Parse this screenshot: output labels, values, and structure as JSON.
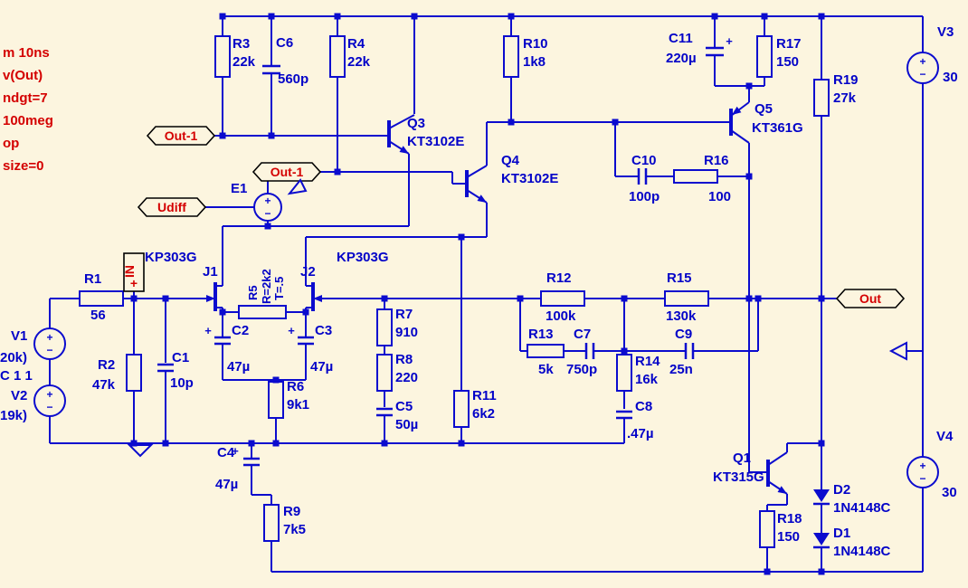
{
  "colors": {
    "background": "#FCF5DF",
    "wire": "#0B0BCE",
    "label_text": "#0202C8",
    "net_label": "#D40000",
    "flag_outline": "#000000"
  },
  "directives": [
    "m 10ns",
    "v(Out)",
    "ndgt=7",
    "100meg",
    "op",
    "size=0"
  ],
  "flags": {
    "out1_a": "Out-1",
    "out1_b": "Out-1",
    "udiff": "Udiff",
    "out": "Out",
    "in": "IN"
  },
  "resistors": {
    "r1": {
      "name": "R1",
      "value": "56"
    },
    "r2": {
      "name": "R2",
      "value": "47k"
    },
    "r3": {
      "name": "R3",
      "value": "22k"
    },
    "r4": {
      "name": "R4",
      "value": "22k"
    },
    "r5": {
      "name": "R5",
      "value": "R=2k2",
      "param": "T=.5"
    },
    "r6": {
      "name": "R6",
      "value": "9k1"
    },
    "r7": {
      "name": "R7",
      "value": "910"
    },
    "r8": {
      "name": "R8",
      "value": "220"
    },
    "r9": {
      "name": "R9",
      "value": "7k5"
    },
    "r10": {
      "name": "R10",
      "value": "1k8"
    },
    "r11": {
      "name": "R11",
      "value": "6k2"
    },
    "r12": {
      "name": "R12",
      "value": "100k"
    },
    "r13": {
      "name": "R13",
      "value": "5k"
    },
    "r14": {
      "name": "R14",
      "value": "16k"
    },
    "r15": {
      "name": "R15",
      "value": "130k"
    },
    "r16": {
      "name": "R16",
      "value": "100"
    },
    "r17": {
      "name": "R17",
      "value": "150"
    },
    "r18": {
      "name": "R18",
      "value": "150"
    },
    "r19": {
      "name": "R19",
      "value": "27k"
    }
  },
  "capacitors": {
    "c1": {
      "name": "C1",
      "value": "10p"
    },
    "c2": {
      "name": "C2",
      "value": "47µ"
    },
    "c3": {
      "name": "C3",
      "value": "47µ"
    },
    "c4": {
      "name": "C4",
      "value": "47µ"
    },
    "c5": {
      "name": "C5",
      "value": "50µ"
    },
    "c6": {
      "name": "C6",
      "value": "560p"
    },
    "c7": {
      "name": "C7",
      "value": "750p"
    },
    "c8": {
      "name": "C8",
      "value": ".47µ"
    },
    "c9": {
      "name": "C9",
      "value": "25n"
    },
    "c10": {
      "name": "C10",
      "value": "100p"
    },
    "c11": {
      "name": "C11",
      "value": "220µ"
    }
  },
  "transistors": {
    "q1": {
      "name": "Q1",
      "type": "KT315G"
    },
    "q3": {
      "name": "Q3",
      "type": "KT3102E"
    },
    "q4": {
      "name": "Q4",
      "type": "KT3102E"
    },
    "q5": {
      "name": "Q5",
      "type": "KT361G"
    }
  },
  "jfets": {
    "j1": {
      "name": "J1",
      "type": "KP303G"
    },
    "j2": {
      "name": "J2",
      "type": "KP303G"
    }
  },
  "diodes": {
    "d1": {
      "name": "D1",
      "type": "1N4148C"
    },
    "d2": {
      "name": "D2",
      "type": "1N4148C"
    }
  },
  "sources": {
    "v1": {
      "name": "V1",
      "note1": "20k)",
      "note2": "C 1 1"
    },
    "v2": {
      "name": "V2",
      "note1": "19k)"
    },
    "v3": {
      "name": "V3",
      "value": "30"
    },
    "v4": {
      "name": "V4",
      "value": "30"
    },
    "e1": {
      "name": "E1"
    }
  },
  "symbols": {
    "plus": "+",
    "minus": "−"
  }
}
